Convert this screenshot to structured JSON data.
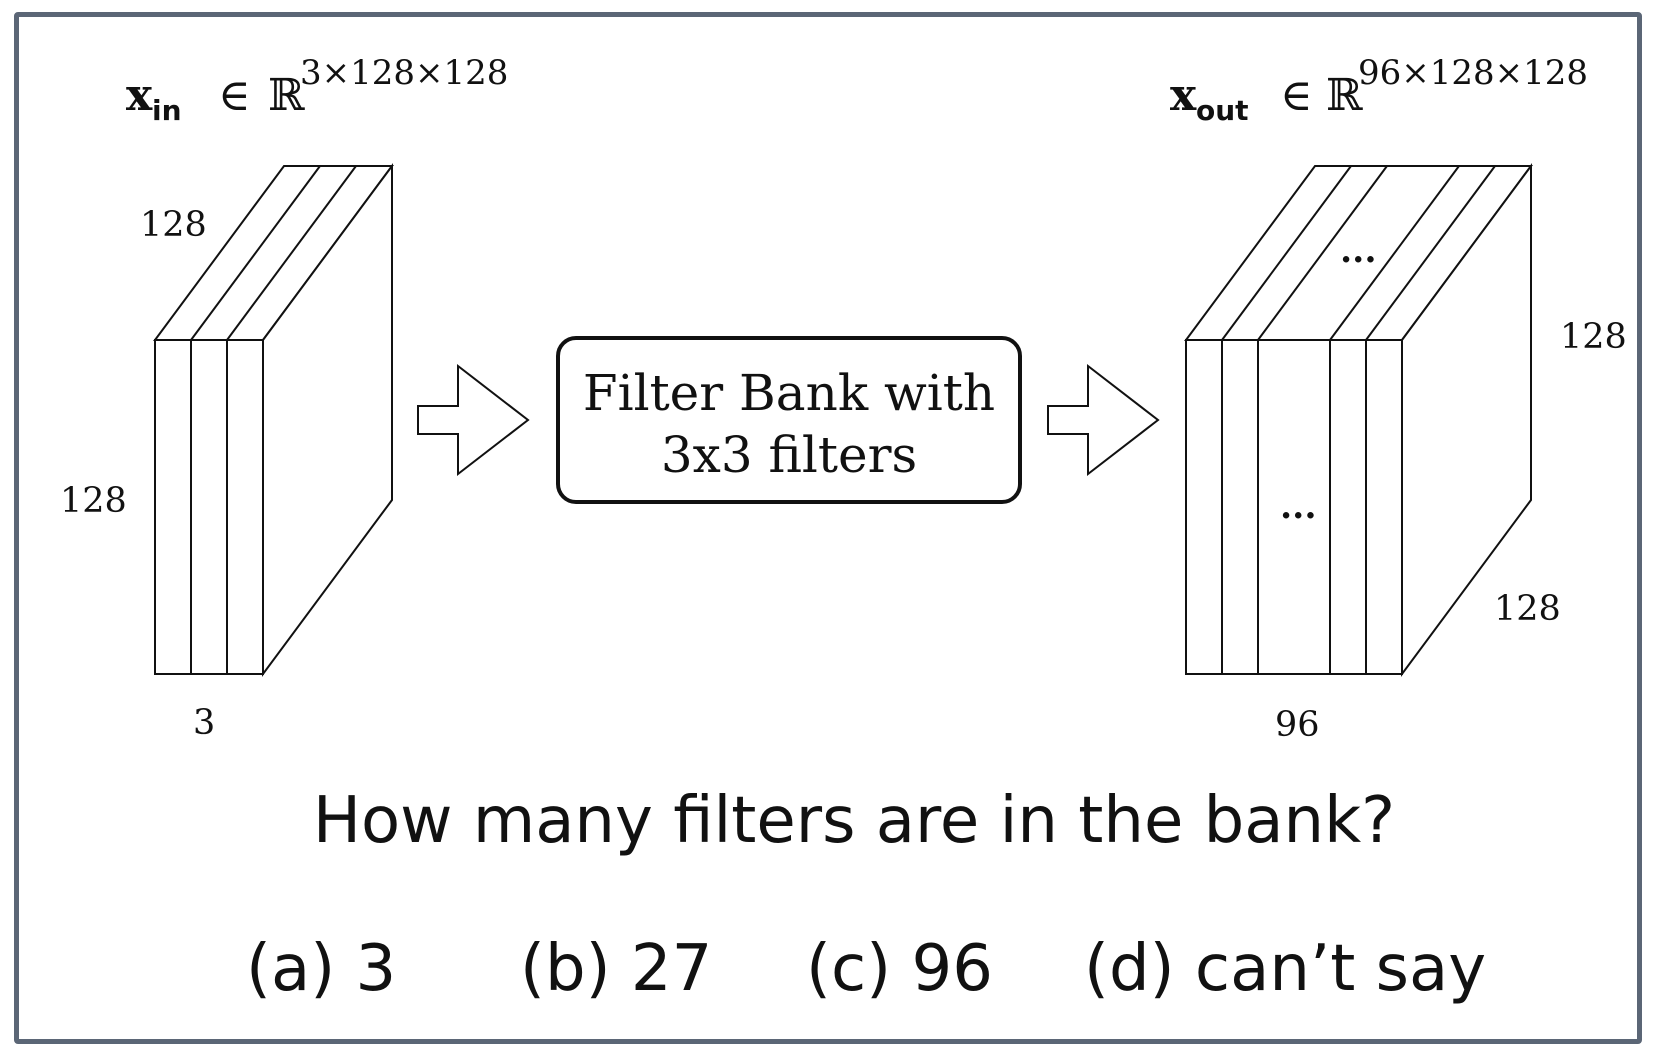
{
  "input": {
    "symbol": "x",
    "subscript": "in",
    "element_of": "∈",
    "field": "ℝ",
    "dims": "3×128×128",
    "label_top": "128",
    "label_left": "128",
    "label_bottom": "3"
  },
  "output": {
    "symbol": "x",
    "subscript": "out",
    "element_of": "∈",
    "field": "ℝ",
    "dims": "96×128×128",
    "label_right": "128",
    "label_depth": "128",
    "label_bottom": "96",
    "ellipsis_top": "...",
    "ellipsis_front": "..."
  },
  "filter_box": {
    "line1": "Filter Bank with",
    "line2": "3x3 filters"
  },
  "question": "How many filters are in the bank?",
  "options": [
    {
      "text": "(a) 3"
    },
    {
      "text": "(b) 27"
    },
    {
      "text": "(c) 96"
    },
    {
      "text": "(d) can’t say"
    }
  ]
}
